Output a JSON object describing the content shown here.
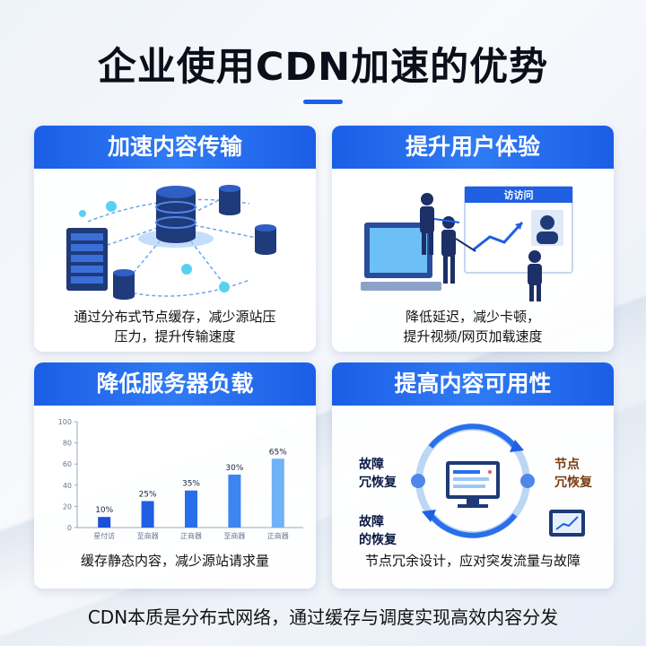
{
  "title": "企业使用CDN加速的优势",
  "cards": {
    "transfer": {
      "heading": "加速内容传输",
      "caption_line1": "通过分布式节点缓存，减少源站压",
      "caption_line2": "压力，提升传输速度"
    },
    "experience": {
      "heading": "提升用户体验",
      "board_label": "访访问",
      "caption_line1": "降低延迟，减少卡顿，",
      "caption_line2": "提升视频/网页加载速度"
    },
    "load": {
      "heading": "降低服务器负载",
      "caption": "缓存静态内容，减少源站请求量"
    },
    "availability": {
      "heading": "提高内容可用性",
      "label_top_left_1": "故障",
      "label_top_left_2": "冗恢复",
      "label_top_right_1": "节点",
      "label_top_right_2": "冗恢复",
      "label_bottom_left_1": "故障",
      "label_bottom_left_2": "的恢复",
      "caption": "节点冗余设计，应对突发流量与故障"
    }
  },
  "chart_data": {
    "type": "bar",
    "categories": [
      "星付访",
      "至商器",
      "正商器",
      "至商器",
      "正商器"
    ],
    "values": [
      10,
      25,
      35,
      50,
      65
    ],
    "data_labels": [
      "10%",
      "25%",
      "35%",
      "30%",
      "65%"
    ],
    "ylim": [
      0,
      100
    ],
    "yticks": [
      "0",
      "20",
      "40",
      "60",
      "80",
      "100"
    ],
    "colors": [
      "#1d4fd8",
      "#1f5fe3",
      "#2a6fea",
      "#3b86f0",
      "#6fb2f7"
    ]
  },
  "footer": "CDN本质是分布式网络，通过缓存与调度实现高效内容分发"
}
